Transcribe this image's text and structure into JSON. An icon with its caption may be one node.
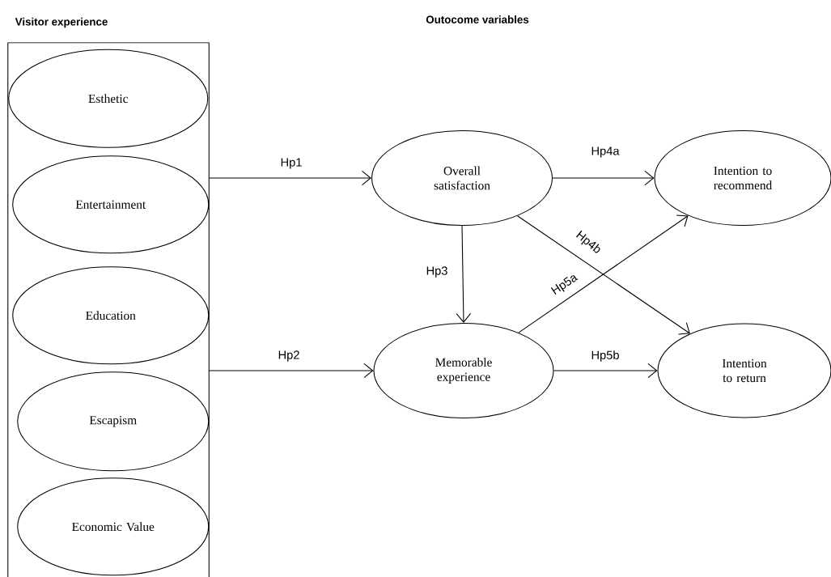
{
  "diagram": {
    "nodes": [
      {
        "text": [
          "Visitor experience"
        ]
      },
      {
        "text": [
          "Esthetic"
        ],
        "in": 0
      },
      {
        "text": [
          "Entertainment"
        ],
        "in": 0
      },
      {
        "text": [
          "Education"
        ],
        "in": 0
      },
      {
        "text": [
          "Escapism"
        ],
        "in": 0
      },
      {
        "text": [
          "Economic Value"
        ],
        "in": 0
      },
      {
        "text": [
          "Overall satisfaction"
        ]
      },
      {
        "text": [
          "Intention to recommend"
        ]
      },
      {
        "text": [
          "Memorable experience"
        ]
      },
      {
        "text": [
          "Intention to return"
        ]
      }
    ],
    "edges": [
      {
        "from": 0,
        "to": 6,
        "arrow": "to",
        "label": "Hp1"
      },
      {
        "from": 0,
        "to": 8,
        "arrow": "to",
        "label": "Hp2"
      },
      {
        "from": 6,
        "to": 7,
        "arrow": "to",
        "label": "Hp4a"
      },
      {
        "from": 6,
        "to": 8,
        "arrow": "to",
        "label": "Hp3"
      },
      {
        "from": 6,
        "to": 9,
        "arrow": "to",
        "label": "Hp4b"
      },
      {
        "from": 8,
        "to": 7,
        "arrow": "to",
        "label": "Hp5a"
      },
      {
        "from": 8,
        "to": 9,
        "arrow": "to",
        "label": "Hp5b"
      }
    ],
    "labels": [
      "Outocome variables"
    ]
  }
}
